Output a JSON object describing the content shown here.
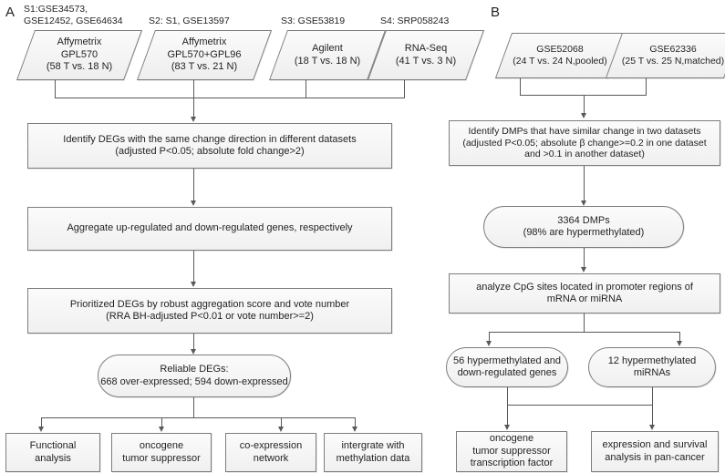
{
  "figure": {
    "panels": [
      {
        "letter": "A"
      },
      {
        "letter": "B"
      }
    ]
  },
  "panelA": {
    "letter": "A",
    "sources": [
      {
        "label": "S1:GSE34573,\nGSE12452, GSE64634",
        "text": "Affymetrix\nGPL570\n(58 T vs. 18 N)"
      },
      {
        "label": "S2: S1, GSE13597",
        "text": "Affymetrix\nGPL570+GPL96\n(83 T vs. 21 N)"
      },
      {
        "label": "S3:  GSE53819",
        "text": "Agilent\n(18 T vs. 18 N)"
      },
      {
        "label": "S4:  SRP058243",
        "text": "RNA-Seq\n(41 T vs. 3 N)"
      }
    ],
    "steps": [
      "Identify DEGs with the same change direction in different datasets\n(adjusted P<0.05; absolute fold change>2)",
      "Aggregate up-regulated and down-regulated genes, respectively",
      "Prioritized DEGs by robust aggregation score and vote number\n(RRA BH-adjusted P<0.01 or vote number>=2)"
    ],
    "result": "Reliable DEGs:\n668 over-expressed; 594 down-expressed",
    "outputs": [
      "Functional\nanalysis",
      "oncogene\ntumor suppressor",
      "co-expression\nnetwork",
      "intergrate with\nmethylation data"
    ]
  },
  "panelB": {
    "letter": "B",
    "sources": [
      {
        "label": "",
        "text": "GSE52068\n(24 T vs. 24 N,pooled)"
      },
      {
        "label": "",
        "text": "GSE62336\n(25 T vs. 25 N,matched)"
      }
    ],
    "steps": [
      "Identify DMPs that have similar change in two datasets\n(adjusted P<0.05; absolute β change>=0.2 in one dataset\nand >0.1 in another dataset)",
      "analyze CpG sites located in promoter regions of\nmRNA or miRNA"
    ],
    "result": "3364 DMPs\n(98% are hypermethylated)",
    "subresults": [
      "56 hypermethylated and\ndown-regulated genes",
      "12 hypermethylated\nmiRNAs"
    ],
    "outputs": [
      "oncogene\ntumor suppressor\ntranscription factor",
      "expression and survival\nanalysis in pan-cancer"
    ]
  },
  "style": {
    "stroke": "#58595b",
    "box_border": "#7d7d7d",
    "box_fill": "#f2f2f2",
    "text": "#231f20"
  }
}
